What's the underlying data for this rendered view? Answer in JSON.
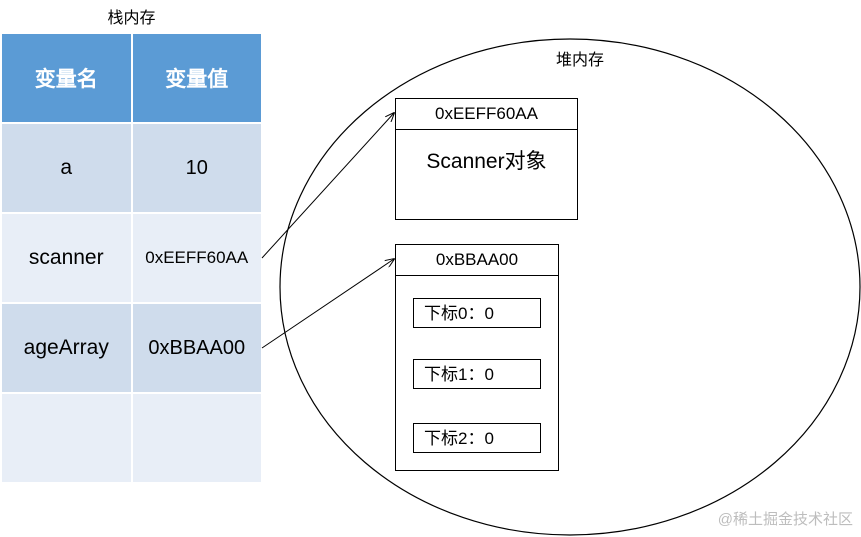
{
  "stack": {
    "title": "栈内存",
    "headers": {
      "name": "变量名",
      "value": "变量值"
    },
    "rows": [
      {
        "name": "a",
        "value": "10"
      },
      {
        "name": "scanner",
        "value": "0xEEFF60AA"
      },
      {
        "name": "ageArray",
        "value": "0xBBAA00"
      },
      {
        "name": "",
        "value": ""
      }
    ]
  },
  "heap": {
    "title": "堆内存",
    "scanner_object": {
      "address": "0xEEFF60AA",
      "label": "Scanner对象"
    },
    "array_object": {
      "address": "0xBBAA00",
      "items": [
        "下标0：0",
        "下标1：0",
        "下标2：0"
      ]
    }
  },
  "watermark": "@稀土掘金技术社区",
  "colors": {
    "header_bg": "#5b9bd5",
    "row_odd_bg": "#cfdcec",
    "row_even_bg": "#e8eef7"
  }
}
